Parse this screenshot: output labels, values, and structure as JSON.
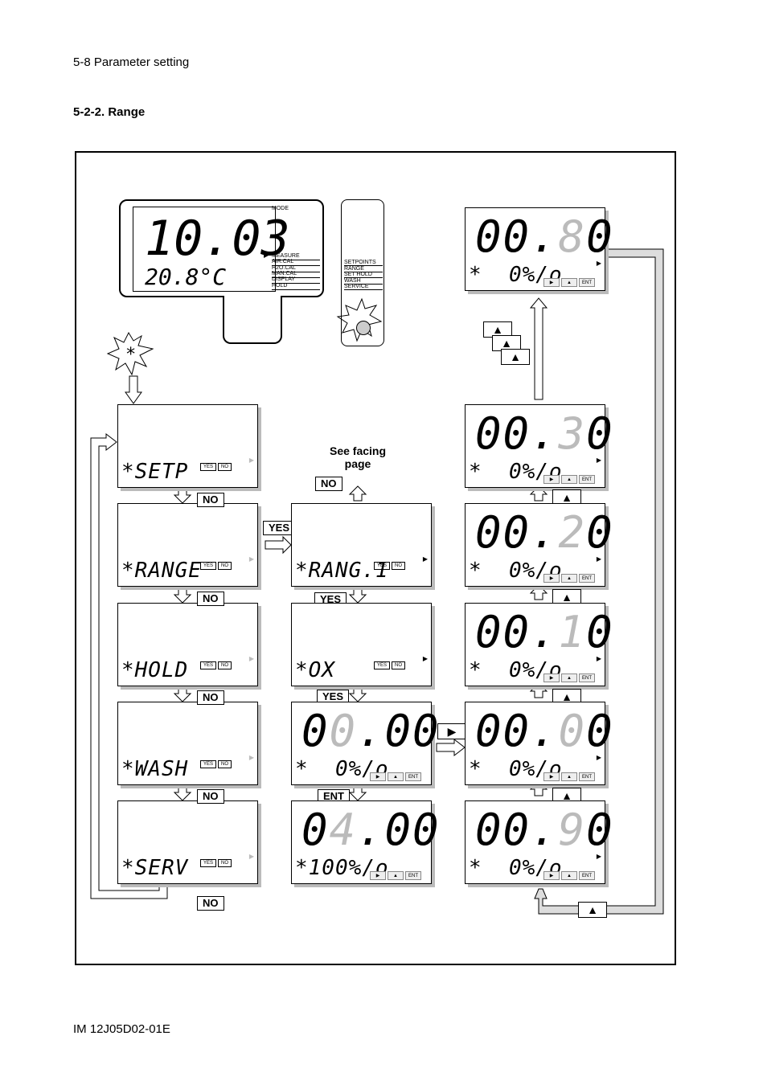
{
  "header": {
    "title": "5-8 Parameter setting"
  },
  "section": {
    "title": "5-2-2. Range"
  },
  "footer": {
    "doc_id": "IM 12J05D02-01E"
  },
  "main_display": {
    "value": "10.03",
    "temp": "20.8°C",
    "mode_title": "MODE",
    "modes": [
      "MEASURE",
      "AIR.CAL",
      "H2O.CAL",
      "MAN.CAL",
      "DISPLAY",
      "HOLD"
    ]
  },
  "side_panel": {
    "items": [
      "SETPOINTS",
      "RANGE",
      "SET HOLD",
      "WASH",
      "SERVICE"
    ]
  },
  "note": {
    "line1": "See facing",
    "line2": "page"
  },
  "buttons": {
    "yes": "YES",
    "no": "NO",
    "ent": "ENT",
    "right": "▶",
    "up": "▲"
  },
  "screens": {
    "setp": "*SETP",
    "range": "*RANGE",
    "hold": "*HOLD",
    "wash": "*WASH",
    "serv": "*SERV",
    "rang1": "*RANG.1",
    "ox": "*OX",
    "val1": {
      "a": "0",
      "b": "0",
      "c": ".00",
      "small": "*  0%/o"
    },
    "val2": {
      "a": "0",
      "b": "4",
      "c": ".00",
      "small": "*100%/o"
    },
    "r80": {
      "a": "00.",
      "b": "8",
      "c": "0",
      "small": "*  0%/o"
    },
    "r30": {
      "a": "00.",
      "b": "3",
      "c": "0",
      "small": "*  0%/o"
    },
    "r20": {
      "a": "00.",
      "b": "2",
      "c": "0",
      "small": "*  0%/o"
    },
    "r10": {
      "a": "00.",
      "b": "1",
      "c": "0",
      "small": "*  0%/o"
    },
    "r00": {
      "a": "00.",
      "b": "0",
      "c": "0",
      "small": "*  0%/o"
    },
    "r90": {
      "a": "00.",
      "b": "9",
      "c": "0",
      "small": "*  0%/o"
    }
  }
}
